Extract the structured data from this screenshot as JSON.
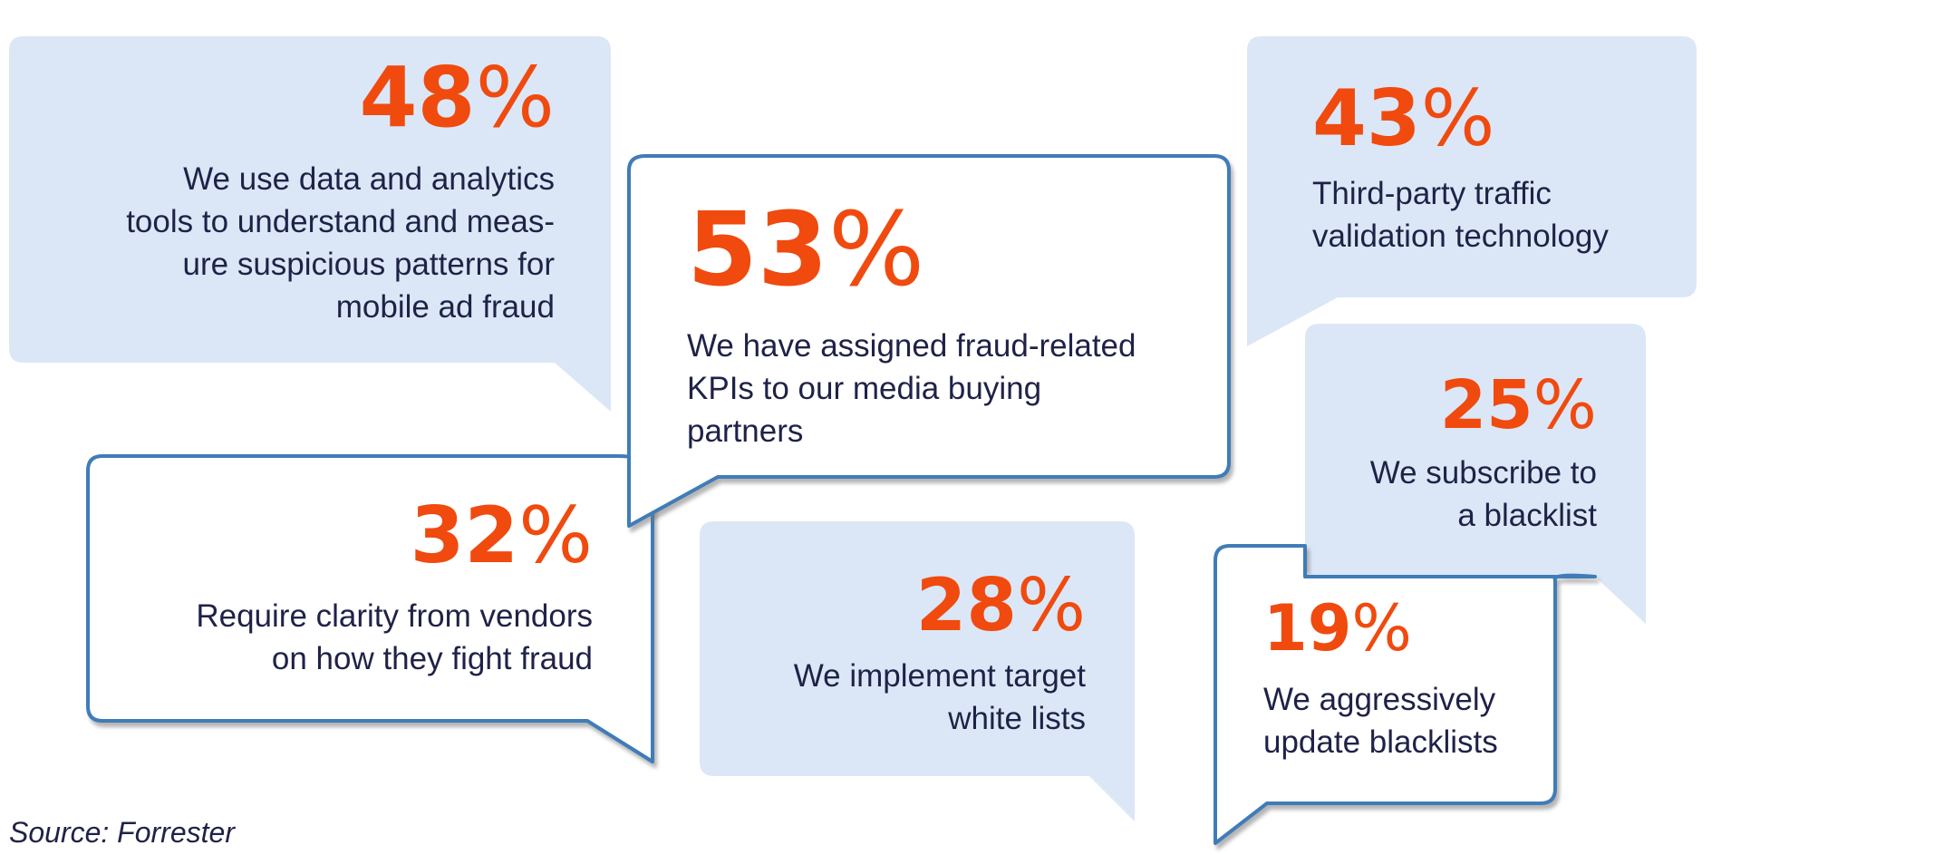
{
  "stats": [
    {
      "id": "stat-48",
      "value": "48",
      "unit": "%",
      "lines": [
        "We use data and analytics",
        "tools to understand and meas-",
        "ure suspicious patterns for",
        "mobile ad fraud"
      ]
    },
    {
      "id": "stat-53",
      "value": "53",
      "unit": "%",
      "lines": [
        "We have assigned fraud-related",
        "KPIs to our media buying",
        "partners"
      ]
    },
    {
      "id": "stat-43",
      "value": "43",
      "unit": "%",
      "lines": [
        "Third-party traffic",
        "validation technology"
      ]
    },
    {
      "id": "stat-25",
      "value": "25",
      "unit": "%",
      "lines": [
        "We subscribe to",
        "a blacklist"
      ]
    },
    {
      "id": "stat-32",
      "value": "32",
      "unit": "%",
      "lines": [
        "Require clarity from vendors",
        "on how they fight fraud"
      ]
    },
    {
      "id": "stat-28",
      "value": "28",
      "unit": "%",
      "lines": [
        "We implement target",
        "white lists"
      ]
    },
    {
      "id": "stat-19",
      "value": "19",
      "unit": "%",
      "lines": [
        "We aggressively",
        "update blacklists"
      ]
    }
  ],
  "source": "Source: Forrester",
  "colors": {
    "bubble_fill": "#dbe7f6",
    "bubble_outline": "#3f7bb8",
    "percent": "#f04a0f",
    "text": "#1f2247"
  }
}
